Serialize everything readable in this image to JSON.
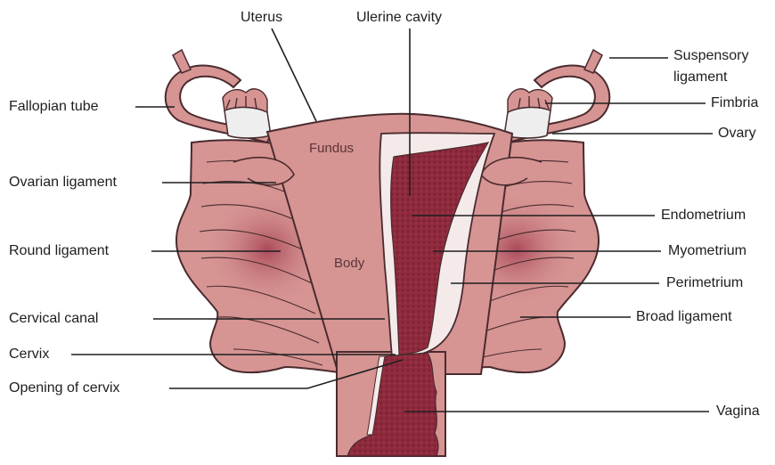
{
  "labels_left": {
    "fallopian_tube": "Fallopian tube",
    "ovarian_ligament": "Ovarian ligament",
    "round_ligament": "Round ligament",
    "cervical_canal": "Cervical canal",
    "cervix": "Cervix",
    "opening_of_cervix": "Opening of cervix"
  },
  "labels_top": {
    "uterus": "Uterus",
    "uterine_cavity": "Ulerine cavity"
  },
  "labels_right": {
    "suspensory_ligament_line1": "Suspensory",
    "suspensory_ligament_line2": "ligament",
    "fimbria": "Fimbria",
    "ovary": "Ovary",
    "endometrium": "Endometrium",
    "myometrium": "Myometrium",
    "perimetrium": "Perimetrium",
    "broad_ligament": "Broad ligament",
    "vagina": "Vagina"
  },
  "labels_inner": {
    "fundus": "Fundus",
    "body": "Body"
  },
  "colors": {
    "tissue": "#d69493",
    "tissue_outline": "#4a2b2e",
    "cavity": "#8e2a3d",
    "lining": "#f4eaea",
    "ovary": "#eeeeee",
    "ligament_shade": "#b45a66"
  }
}
